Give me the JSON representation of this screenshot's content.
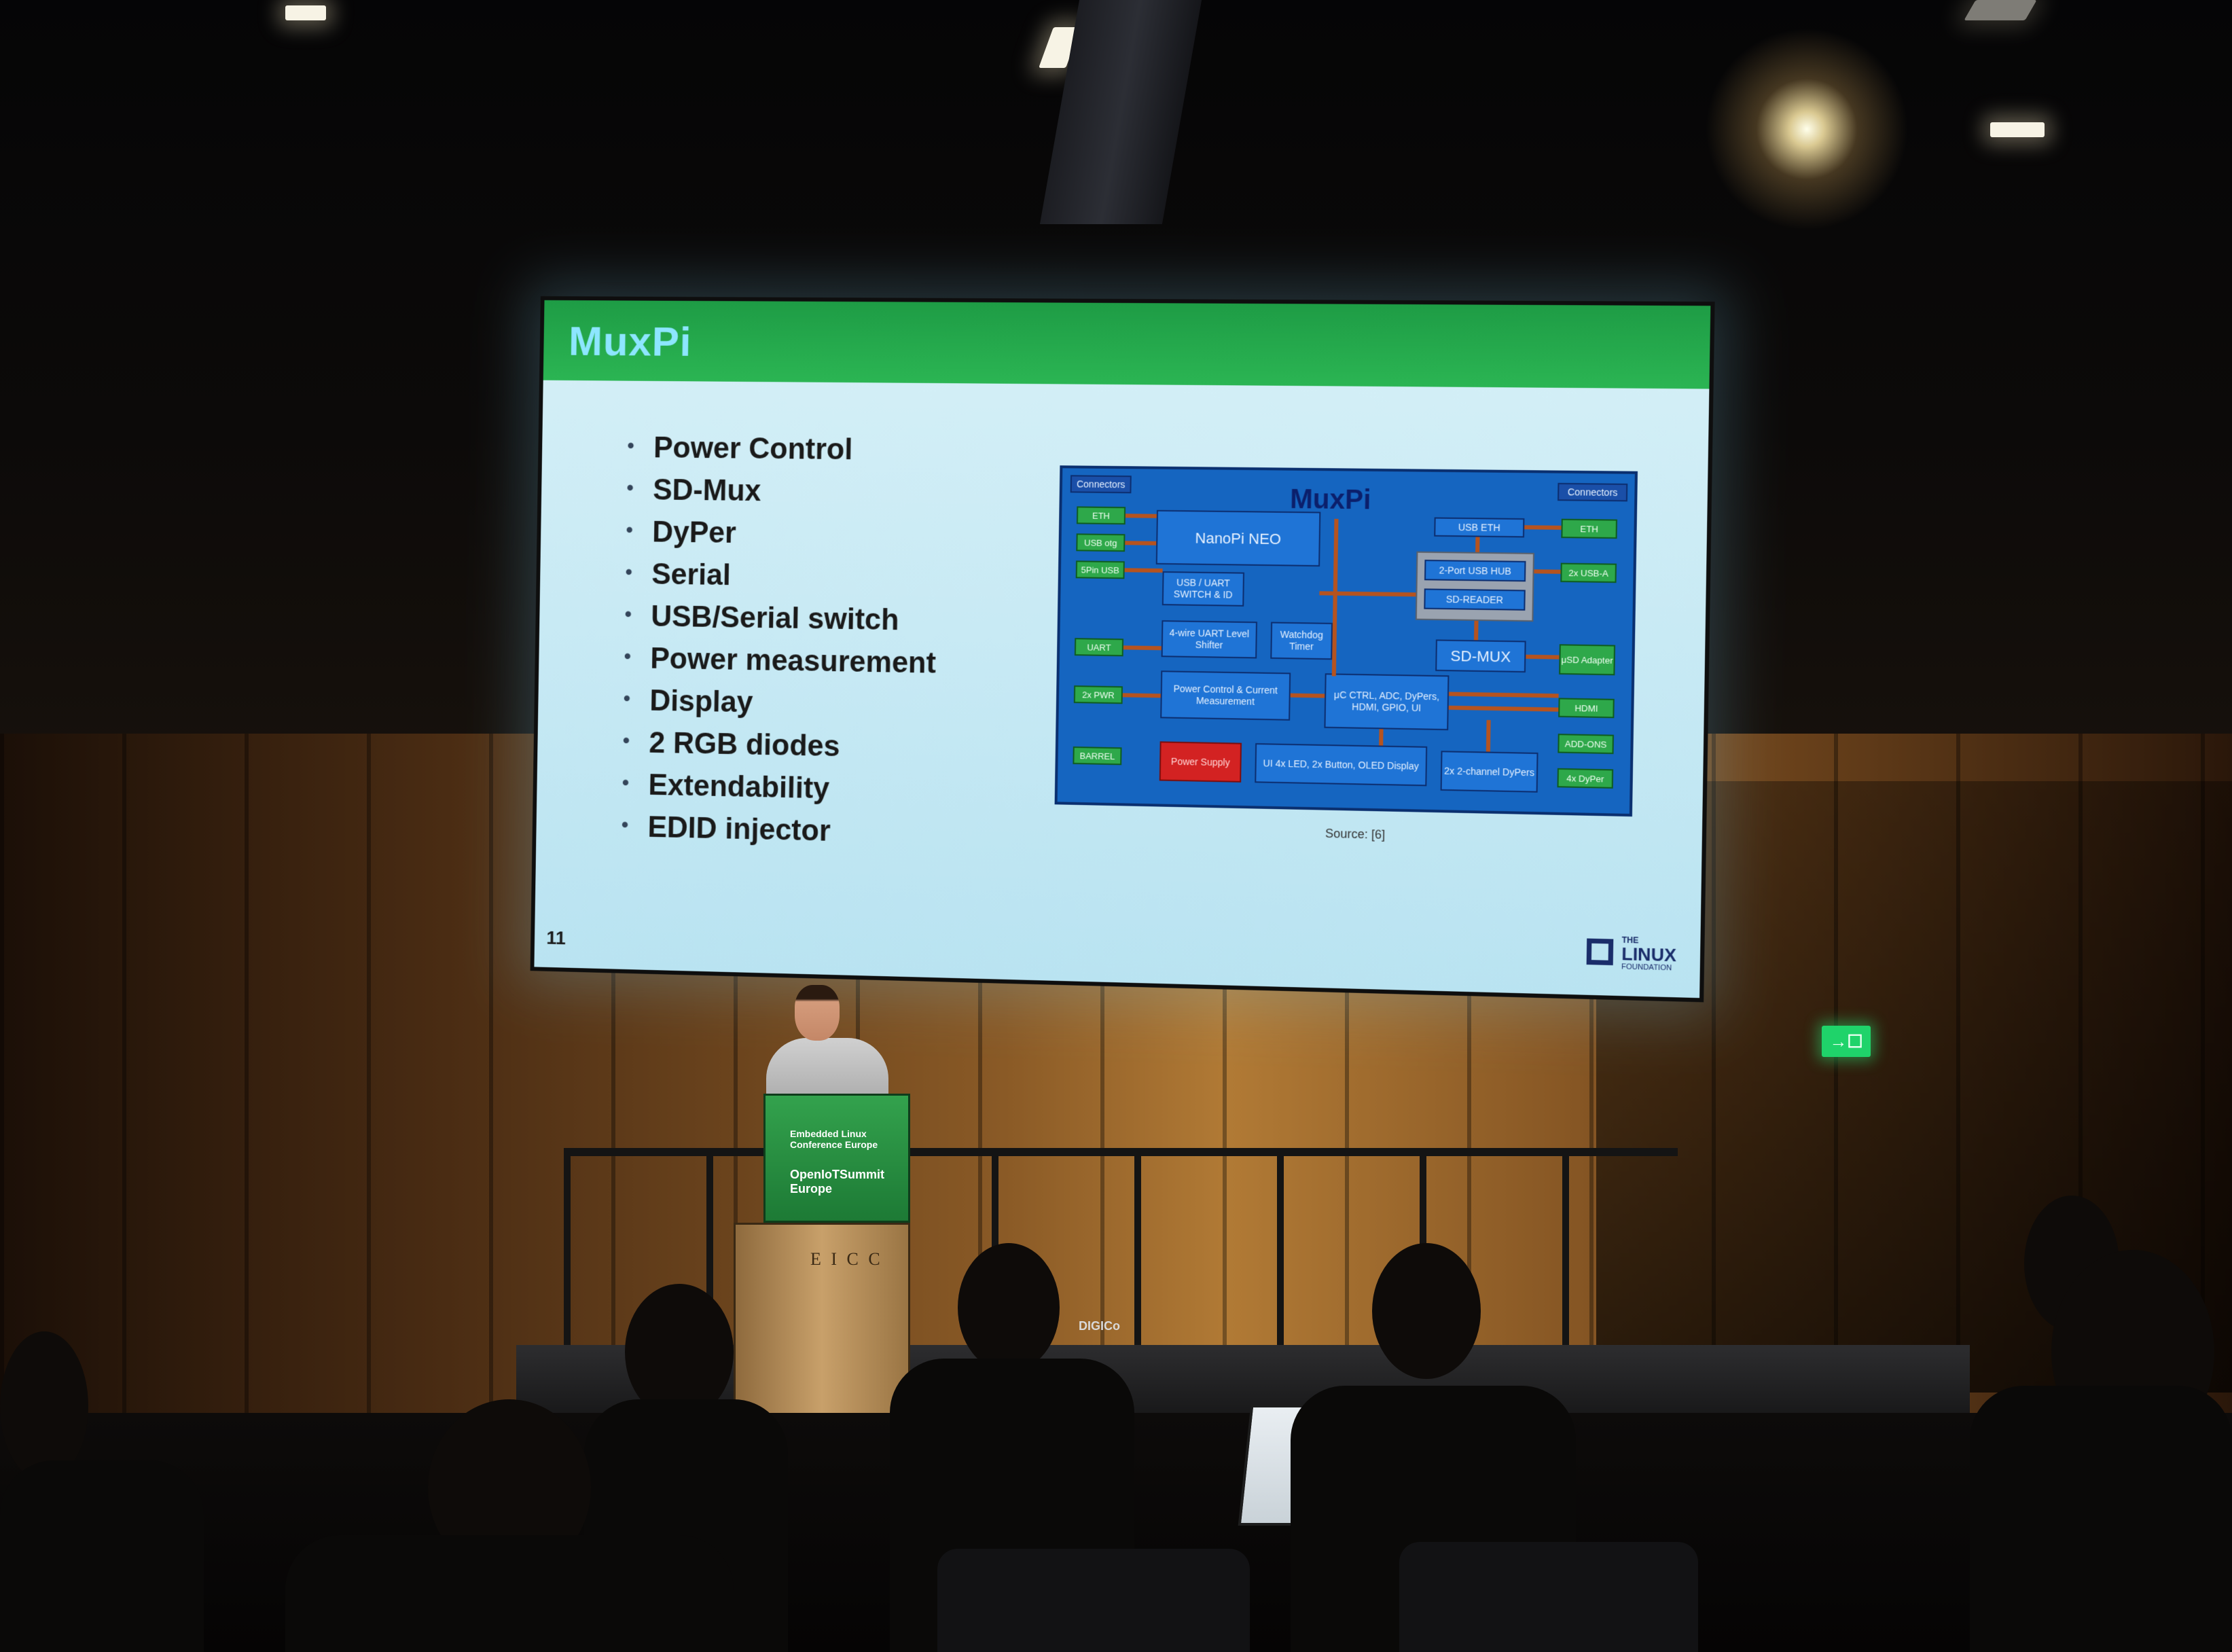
{
  "slide": {
    "title": "MuxPi",
    "bullets": [
      "Power Control",
      "SD-Mux",
      "DyPer",
      "Serial",
      "USB/Serial switch",
      "Power measurement",
      "Display",
      "2 RGB diodes",
      "Extendability",
      "EDID injector"
    ],
    "slide_number": "11",
    "source_note": "Source: [6]",
    "logo": {
      "line1": "THE",
      "line2": "LINUX",
      "line3": "FOUNDATION"
    }
  },
  "diagram": {
    "title": "MuxPi",
    "blocks": {
      "connectors_left": "Connectors",
      "connectors_right": "Connectors",
      "eth_left": "ETH",
      "usb_otg": "USB otg",
      "spin_usb": "5Pin USB",
      "uart": "UART",
      "pwr": "2x PWR",
      "barrel": "BARREL",
      "nanopi": "NanoPi NEO",
      "usb_uart_switch": "USB / UART SWITCH & ID",
      "level_shifter": "4-wire UART Level Shifter",
      "watchdog": "Watchdog Timer",
      "power_control": "Power Control & Current Measurement",
      "uc": "μC CTRL, ADC, DyPers, HDMI, GPIO, UI",
      "power_supply": "Power Supply",
      "ui": "UI 4x LED, 2x Button, OLED Display",
      "dypers_2ch": "2x 2-channel DyPers",
      "usb_eth": "USB ETH",
      "usb_hub": "2-Port USB HUB",
      "sd_reader": "SD-READER",
      "sd_mux": "SD-MUX",
      "eth_right": "ETH",
      "usb_a": "2x USB-A",
      "usd_adapter": "μSD Adapter",
      "hdmi": "HDMI",
      "add_ons": "ADD-ONS",
      "dyper_4x": "4x DyPer"
    }
  },
  "podium": {
    "line_a": "Embedded Linux Conference Europe",
    "line_b": "OpenIoTSummit Europe",
    "mark": "E I C C"
  },
  "room": {
    "exit_sign": "→☐",
    "equipment_label": "DIGICo"
  }
}
